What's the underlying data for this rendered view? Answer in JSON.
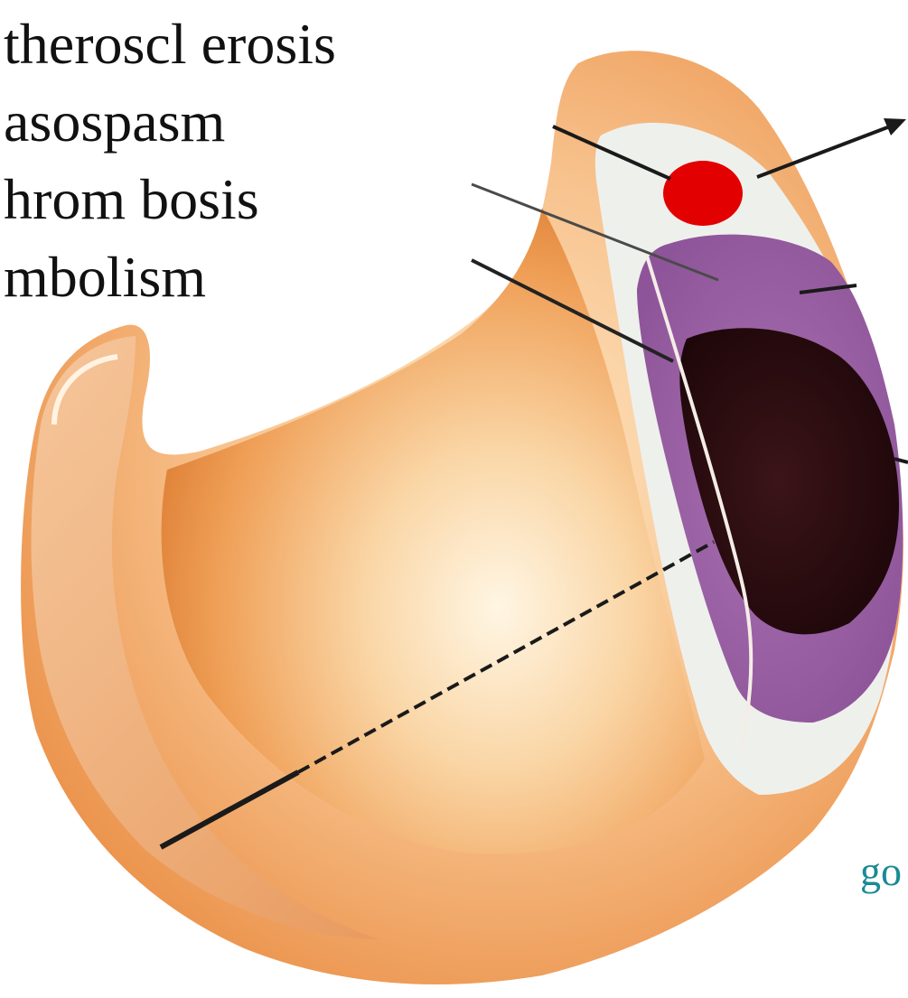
{
  "causes": [
    "theroscl erosis",
    "asospasm",
    "hrom bosis",
    "mbolism"
  ],
  "corner_text": "go",
  "colors": {
    "occlusion": "#e30000",
    "ischemia_zone": "#9e62a8",
    "infarct_core": "#2a0d0f",
    "injury_zone": "#eef0ec",
    "myocardium": "#f0a868",
    "label_text": "#1a8a96"
  }
}
